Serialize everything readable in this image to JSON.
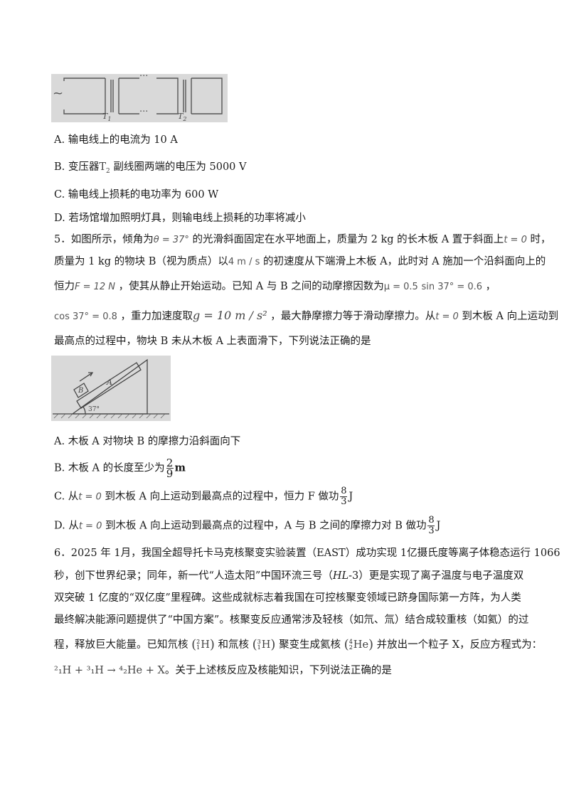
{
  "circuit": {
    "label_t1": "T",
    "sub_t1": "1",
    "label_t2": "T",
    "sub_t2": "2",
    "ac_symbol": "~",
    "dots": "···"
  },
  "q4_options": {
    "A": "A.  输电线上的电流为  10 A",
    "B_pre": "B.  变压器",
    "B_sym": "T",
    "B_sub": "2",
    "B_post": " 副线圈两端的电压为  5000 V",
    "C": "C.  输电线上损耗的电功率为  600 W",
    "D": "D.  若场馆增加照明灯具，则输电线上损耗的功率将减小"
  },
  "q5": {
    "l1_a": "5．如图所示，倾角为",
    "l1_theta": "θ = 37°",
    "l1_b": " 的光滑斜面固定在水平地面上，质量为  2 kg 的长木板  A 置于斜面上",
    "l1_t": "t = 0",
    "l1_c": "  时，",
    "l2_a": "质量为  1 kg 的物块  B（视为质点）以",
    "l2_v": "4 m / s",
    "l2_b": "  的初速度从下端滑上木板  A，此时对  A 施加一个沿斜面向上的",
    "l3_a": "恒力",
    "l3_F": "F = 12  N",
    "l3_b": "  ，使其从静止开始运动。已知  A 与  B 之间的动摩擦因数为",
    "l3_mu": "μ = 0.5",
    "l3_sin": "sin 37° = 0.6",
    "l3_c": "  ，",
    "l4_cos": "cos 37° = 0.8",
    "l4_a": "  ，重力加速度取",
    "l4_g": "g = 10 m / s²",
    "l4_b": "  ，最大静摩擦力等于滑动摩擦力。从",
    "l4_t": "t = 0",
    "l4_c": "  到木板  A 向上运动到",
    "l5": "最高点的过程中，物块  B 未从木板  A 上表面滑下，下列说法正确的是",
    "fig_label_a": "A",
    "fig_label_b": "B",
    "fig_angle": "37°"
  },
  "q5_options": {
    "A": "A.  木板  A 对物块  B 的摩擦力沿斜面向下",
    "B_pre": "B.  木板  A 的长度至少为",
    "B_num": "2",
    "B_den": "9",
    "B_unit": "m",
    "C_pre": "C.  从",
    "C_t": "t = 0",
    "C_mid": "  到木板  A 向上运动到最高点的过程中，恒力  F 做功",
    "C_num": "8",
    "C_den": "3",
    "C_unit": "J",
    "D_pre": "D.  从",
    "D_t": "t = 0",
    "D_mid": "  到木板  A 向上运动到最高点的过程中，A 与  B 之间的摩擦力对  B 做功",
    "D_num": "8",
    "D_den": "3",
    "D_unit": "J"
  },
  "q6": {
    "l1": "6．2025 年  1月，我国全超导托卡马克核聚变实验装置（EAST）成功实现  1亿摄氏度等离子体稳态运行  1066",
    "l2_a": "秒，创下世界纪录；同年，新一代“人造太阳”中国环流三号（",
    "l2_hl": "HL",
    "l2_b": "-3）更是实现了离子温度与电子温度双",
    "l3": "双突破  1 亿度的“双亿度”里程碑。这些成就标志着我国在可控核聚变领域已跻身国际第一方阵，为人类",
    "l4": "最终解决能源问题提供了“中国方案”。核聚变反应通常涉及轻核（如氘、氚）结合成较重核（如氦）的过",
    "l5_a": "程，释放巨大能量。已知氘核",
    "l5_b": " 和氚核",
    "l5_c": " 聚变生成氦核",
    "l5_d": "  并放出一个粒子  X，反应方程式为：",
    "l6_eq": "²₁H + ³₁H → ⁴₂He + X",
    "l6_b": "。关于上述核反应及核能知识，下列说法正确的是",
    "H": "H",
    "He": "He",
    "h2_mass": "2",
    "h2_z": "1",
    "h3_mass": "3",
    "h3_z": "1",
    "he_mass": "4",
    "he_z": "2"
  }
}
